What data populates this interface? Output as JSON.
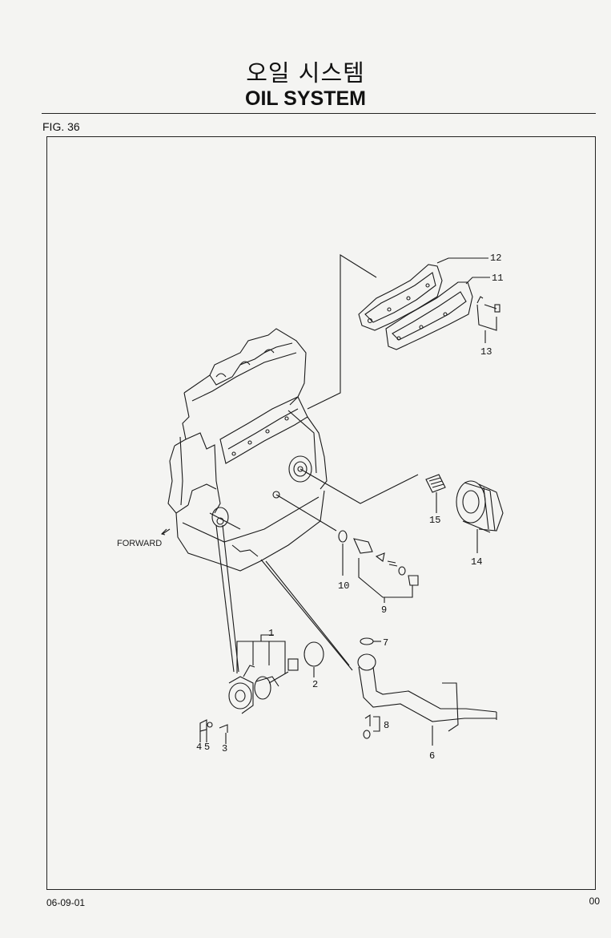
{
  "header": {
    "title_korean": "오일 시스템",
    "title_english": "OIL SYSTEM",
    "figure_label": "FIG. 36"
  },
  "drawing": {
    "direction_label": "FORWARD",
    "callouts": [
      "1",
      "2",
      "3",
      "4",
      "5",
      "6",
      "7",
      "8",
      "9",
      "10",
      "11",
      "12",
      "13",
      "14",
      "15"
    ]
  },
  "footer": {
    "date_code": "06-09-01",
    "page_code": "00"
  }
}
